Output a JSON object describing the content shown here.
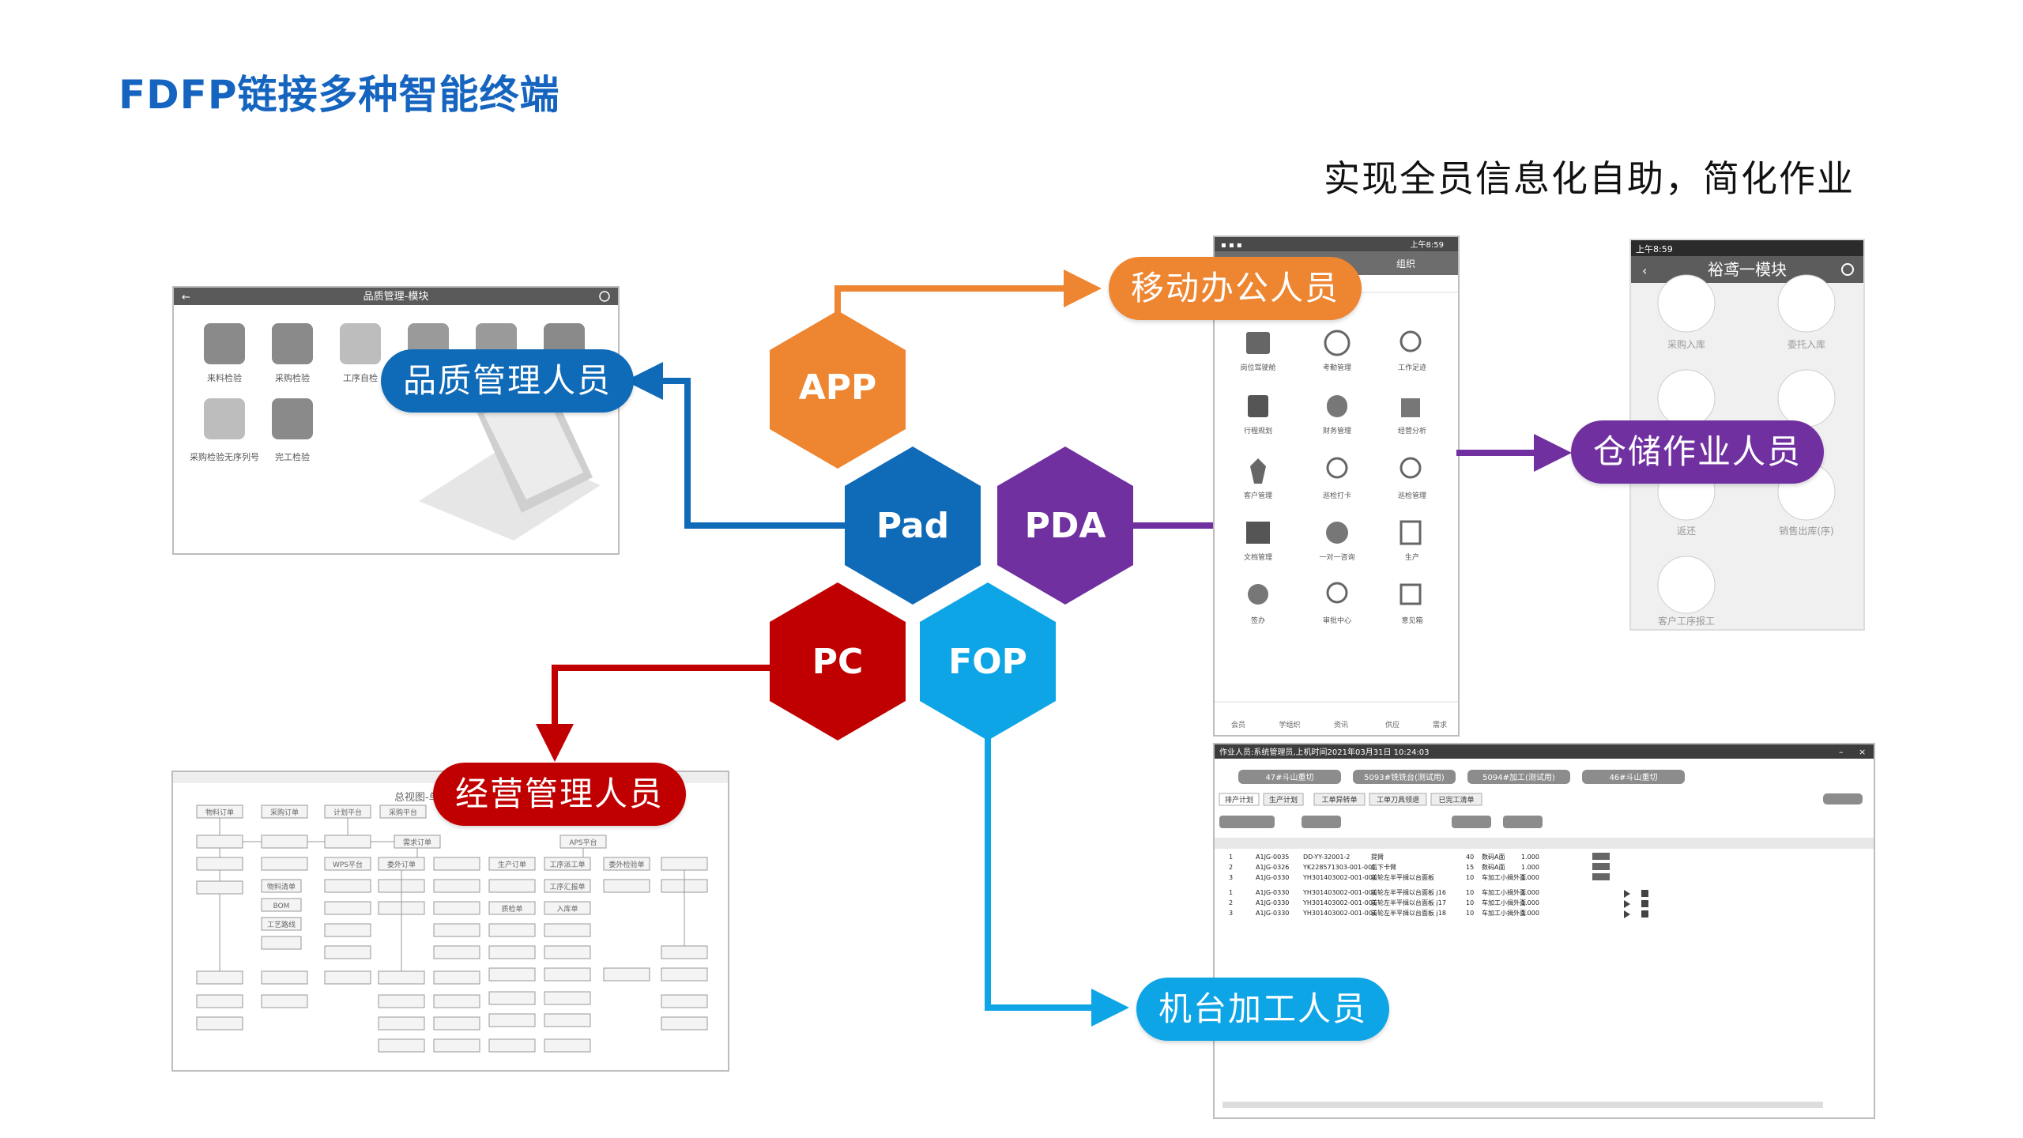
{
  "page": {
    "title": "FDFP链接多种智能终端",
    "subtitle": "实现全员信息化自助，简化作业"
  },
  "terminals": {
    "app": "APP",
    "pad": "Pad",
    "pda": "PDA",
    "pc": "PC",
    "fop": "FOP"
  },
  "roles": {
    "mobile_office": "移动办公人员",
    "quality": "品质管理人员",
    "warehouse": "仓储作业人员",
    "management": "经营管理人员",
    "machine": "机台加工人员"
  },
  "colors": {
    "title_blue": "#1565c0",
    "app_orange": "#ee8531",
    "pad_blue": "#0f6ab7",
    "pda_purple": "#7030a0",
    "pc_red": "#c00000",
    "fop_cyan": "#0ea5e6"
  },
  "pad_screen": {
    "header": "品质管理-模块",
    "modules": [
      "来料检验",
      "采购检验",
      "工序自检",
      "采购检验无序列号",
      "完工检验"
    ]
  },
  "app_screen": {
    "status": "上午8:59",
    "tab": "组织",
    "grid": [
      "岗位驾驶舱",
      "考勤管理",
      "工作足迹",
      "行程规划",
      "财务管理",
      "经营分析",
      "客户管理",
      "巡检打卡",
      "巡检管理",
      "文档管理",
      "一对一咨询",
      "生产",
      "签办",
      "审批中心",
      "意见箱"
    ],
    "bottom_nav": [
      "会员",
      "学组织",
      "资讯",
      "供应",
      "需求"
    ]
  },
  "pda_screen": {
    "status": "上午8:59",
    "title": "裕鸢一模块",
    "items": [
      "采购入库",
      "委托入库",
      "返还",
      "销售出库(序)",
      "客户工序报工"
    ]
  },
  "pc_screen": {
    "title": "总视图-单件",
    "nodes": [
      "物料订单",
      "采购订单",
      "计划平台",
      "采购平台",
      "需求订单",
      "委外订单",
      "生产订单",
      "APS平台",
      "工序派工单",
      "委外检验单",
      "物料清单",
      "BOM",
      "工艺路线",
      "WPS平台",
      "工序汇报单",
      "质检单",
      "入库单"
    ]
  },
  "fop_screen": {
    "header": "作业人员:系统管理员,上机时间2021年03月31日 10:24:03",
    "machines": [
      "47#斗山重切",
      "5093#铣铣台(测试用)",
      "5094#加工(测试用)",
      "46#斗山重切"
    ],
    "tabs": [
      "排产计划",
      "生产计划",
      "工单异转单",
      "工单刀具领退",
      "已完工清单"
    ],
    "rows": [
      [
        "1",
        "A1JG-0035",
        "DD-YY-32001-2",
        "提臂",
        "40",
        "数码A面",
        "1.000"
      ],
      [
        "2",
        "A1JG-0326",
        "YK228571303-001-001",
        "后下卡臂",
        "15",
        "数码A面",
        "1.000"
      ],
      [
        "3",
        "A1JG-0330",
        "YH301403002-001-001",
        "前轮左半平揖以台面板",
        "10",
        "车加工小揖外面",
        "1.000"
      ],
      [
        "1",
        "A1JG-0330",
        "YH301403002-001-001",
        "前轮左半平揖以台面板 j16",
        "10",
        "车加工小揖外面",
        "1.000"
      ],
      [
        "2",
        "A1JG-0330",
        "YH301403002-001-001",
        "前轮左半平揖以台面板 j17",
        "10",
        "车加工小揖外面",
        "1.000"
      ],
      [
        "3",
        "A1JG-0330",
        "YH301403002-001-001",
        "前轮左半平揖以台面板 j18",
        "10",
        "车加工小揖外面",
        "1.000"
      ]
    ]
  }
}
